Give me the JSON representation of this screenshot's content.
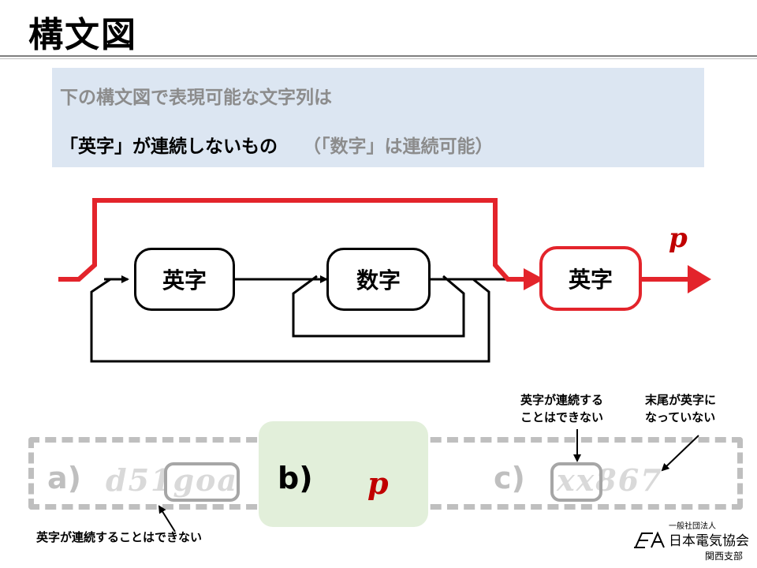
{
  "page": {
    "title": "構文図"
  },
  "description_box": {
    "line1": "下の構文図で表現可能な文字列は",
    "line2_main": "「英字」が連続しないもの",
    "line2_note": "（「数字」は連続可能）"
  },
  "diagram": {
    "nodes": {
      "letter1": "英字",
      "digit": "数字",
      "letter2": "英字"
    },
    "path_label": "p",
    "colors": {
      "highlight": "#e3242b",
      "line": "#000000",
      "label": "#c00000"
    }
  },
  "examples": {
    "a": {
      "label": "a)",
      "text": "d51goa"
    },
    "b": {
      "label": "b)",
      "text": "p"
    },
    "c": {
      "label": "c)",
      "text": "xx867"
    },
    "annotations": {
      "a_note": "英字が連続することはできない",
      "c_note1": "英字が連続する\nことはできない",
      "c_note2": "末尾が英字に\nなっていない"
    },
    "colors": {
      "highlight_bg": "#e2efda",
      "faded": "#bfbfbf"
    }
  },
  "logo": {
    "small_text": "一般社団法人",
    "name": "日本電気協会",
    "branch": "関西支部",
    "mark": "EA"
  }
}
